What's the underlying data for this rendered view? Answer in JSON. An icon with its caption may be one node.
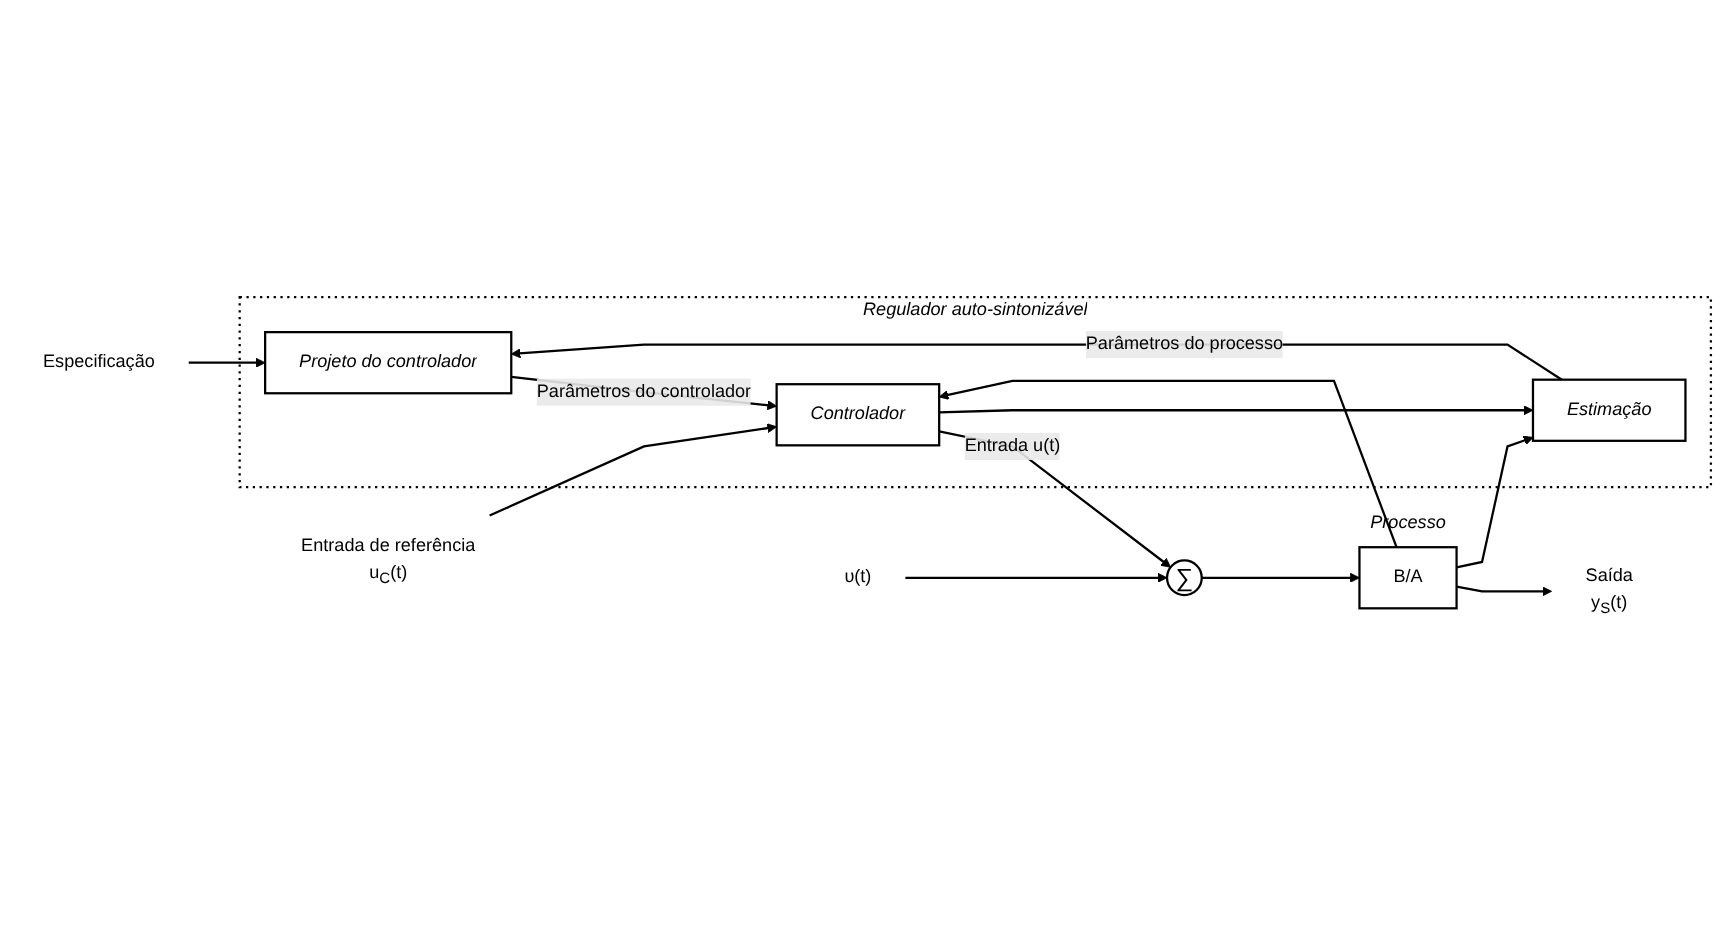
{
  "diagram": {
    "nodes": [
      {
        "text": [
          "Regulador auto-sintonizável"
        ]
      },
      {
        "text": [
          "Projeto do controlador"
        ],
        "in": 0
      },
      {
        "text": [
          "Estimação"
        ],
        "in": 0
      },
      {
        "text": [
          "Controlador"
        ],
        "in": 0
      },
      {
        "text": [
          "∑"
        ]
      },
      {
        "text": [
          "B/A"
        ],
        "beside": [
          "Processo"
        ]
      },
      {
        "text": [
          "Especificação"
        ]
      },
      {
        "text": [
          "υ(t)"
        ]
      },
      {
        "text": [
          "Entrada de referência",
          "u$_{C}$(t)"
        ]
      },
      {
        "text": [
          "Saída",
          "y$_{S}$(t)"
        ]
      }
    ],
    "edges": [
      {
        "from": 6,
        "to": 1,
        "arrow": "to"
      },
      {
        "from": 2,
        "to": 1,
        "arrow": "to",
        "label": "Parâmetros do processo"
      },
      {
        "from": 1,
        "to": 3,
        "arrow": "to",
        "label": "Parâmetros do controlador"
      },
      {
        "from": 8,
        "to": 3,
        "arrow": "to"
      },
      {
        "from": 3,
        "to": 4,
        "arrow": "to",
        "label": "Entrada u(t)"
      },
      {
        "from": 3,
        "to": 2,
        "arrow": "to"
      },
      {
        "from": 7,
        "to": 4,
        "arrow": "to"
      },
      {
        "from": 4,
        "to": 5,
        "arrow": "to"
      },
      {
        "from": 5,
        "to": 9,
        "arrow": "to"
      },
      {
        "from": 5,
        "to": 2,
        "arrow": "to"
      },
      {
        "from": 5,
        "to": 3,
        "arrow": "to"
      }
    ]
  }
}
